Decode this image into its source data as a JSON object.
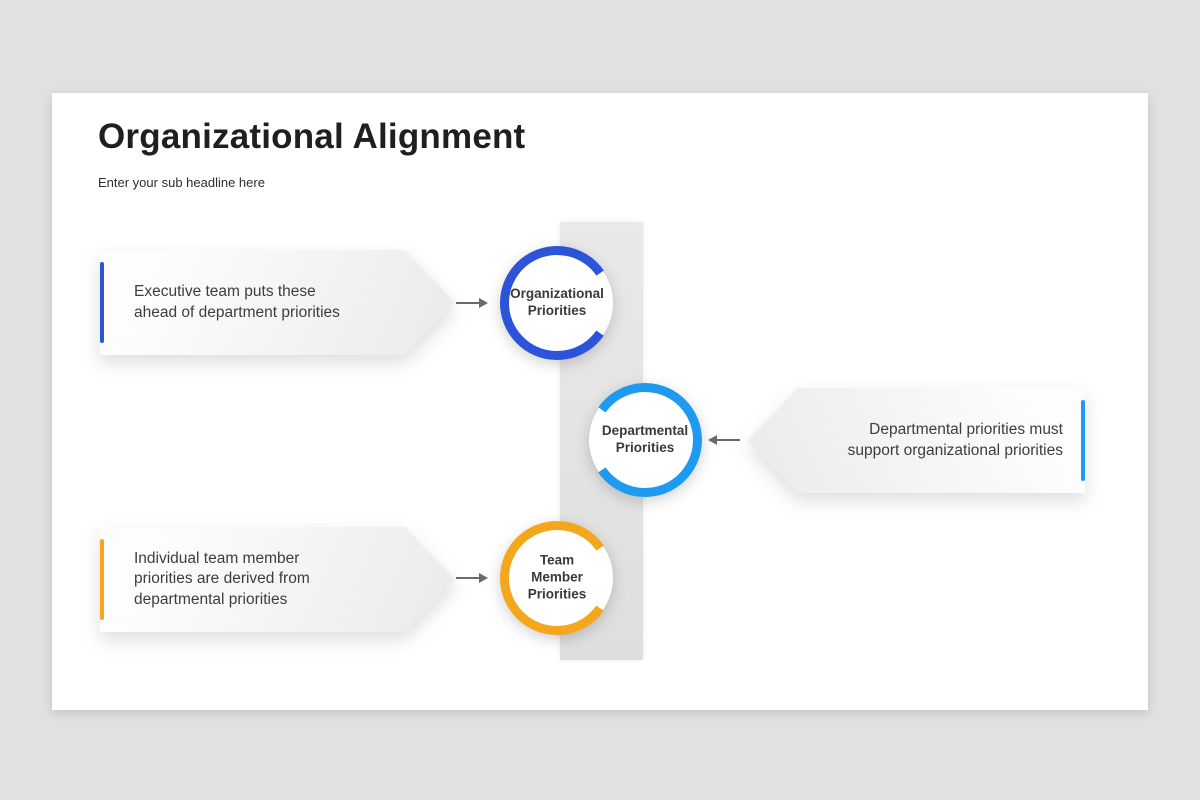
{
  "page": {
    "background_color": "#e1e1e1"
  },
  "slide": {
    "title": "Organizational Alignment",
    "subtitle": "Enter your sub headline here"
  },
  "diagram": {
    "nodes": [
      {
        "label": "Organizational Priorities",
        "color": "#2d54d8"
      },
      {
        "label": "Departmental Priorities",
        "color": "#1e9bf0"
      },
      {
        "label": "Team Member Priorities",
        "color": "#f4a71c"
      }
    ],
    "callouts": [
      {
        "text": "Executive team puts these ahead of department priorities",
        "accent": "#2d54d8",
        "side": "left"
      },
      {
        "text": "Departmental priorities must support organizational priorities",
        "accent": "#1e9bf0",
        "side": "right"
      },
      {
        "text": "Individual team member priorities are derived from departmental priorities",
        "accent": "#f4a71c",
        "side": "left"
      }
    ]
  }
}
